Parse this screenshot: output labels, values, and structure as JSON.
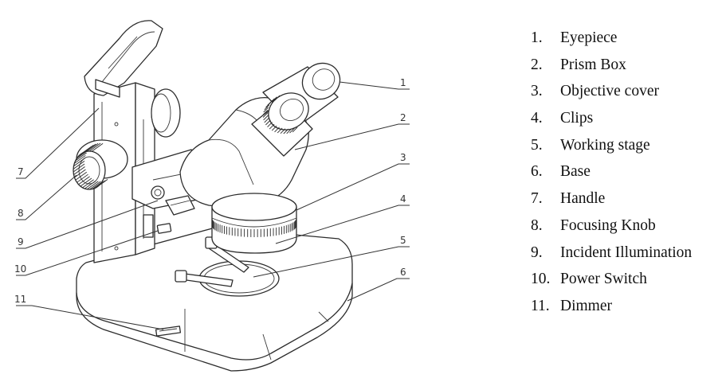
{
  "legend": [
    {
      "number": "1.",
      "label": "Eyepiece"
    },
    {
      "number": "2.",
      "label": "Prism Box"
    },
    {
      "number": "3.",
      "label": "Objective cover"
    },
    {
      "number": "4.",
      "label": "Clips"
    },
    {
      "number": "5.",
      "label": "Working stage"
    },
    {
      "number": "6.",
      "label": "Base"
    },
    {
      "number": "7.",
      "label": "Handle"
    },
    {
      "number": "8.",
      "label": "Focusing Knob"
    },
    {
      "number": "9.",
      "label": "Incident Illumination"
    },
    {
      "number": "10.",
      "label": "Power Switch"
    },
    {
      "number": "11.",
      "label": "Dimmer"
    }
  ],
  "callouts": [
    "1",
    "2",
    "3",
    "4",
    "5",
    "6",
    "7",
    "8",
    "9",
    "10",
    "11"
  ]
}
